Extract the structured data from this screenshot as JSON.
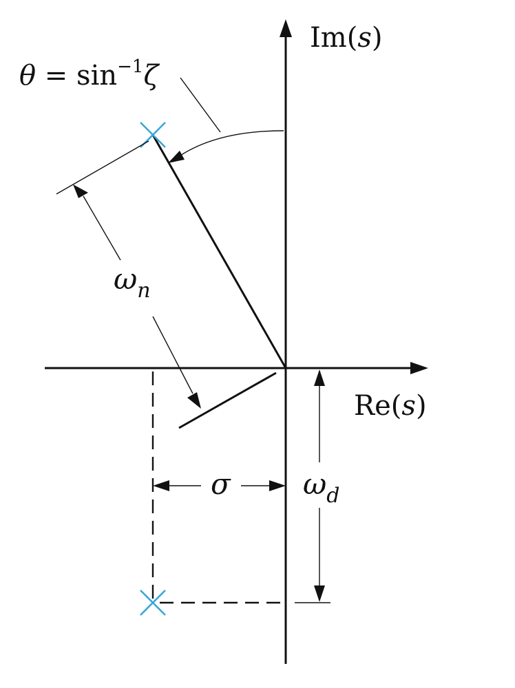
{
  "labels": {
    "imaginary_axis": {
      "prefix": "Im(",
      "var": "s",
      "suffix": ")"
    },
    "real_axis": {
      "prefix": "Re(",
      "var": "s",
      "suffix": ")"
    },
    "angle": {
      "theta": "θ",
      "eq": " = sin",
      "exp": "−1",
      "zeta": "ζ"
    },
    "natural_frequency": {
      "symbol": "ω",
      "subscript": "n"
    },
    "damped_frequency": {
      "symbol": "ω",
      "subscript": "d"
    },
    "decay_rate": {
      "symbol": "σ"
    }
  },
  "colors": {
    "pole_marker": "#3aa6d6",
    "ink": "#111111"
  }
}
